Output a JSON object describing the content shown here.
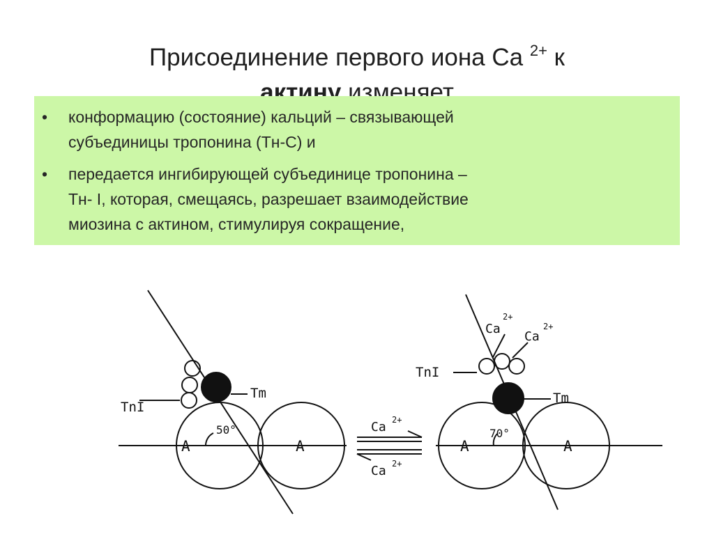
{
  "title": {
    "part1": "Присоединение первого иона Ca ",
    "sup": "2+",
    "part2": " к",
    "bold": "актину",
    "part3": " изменяет"
  },
  "bullets": [
    {
      "marker": "•",
      "lines": [
        "конформацию (состояние) кальций – связывающей",
        "субъединицы тропонина (Тн-С) и"
      ]
    },
    {
      "marker": "•",
      "lines": [
        "передается ингибирующей субъединице тропонина –",
        "Тн- I, которая, смещаясь, разрешает взаимодействие",
        "миозина с актином, стимулируя сокращение,"
      ]
    }
  ],
  "diagram": {
    "left": {
      "tni": "TnI",
      "tm": "Tm",
      "angle": "50°",
      "actin1": "A",
      "actin2": "A"
    },
    "middle": {
      "ca": "Ca",
      "sup": "2+"
    },
    "right": {
      "tni": "TnI",
      "tm": "Tm",
      "angle": "70°",
      "actin1": "A",
      "actin2": "A",
      "ca_label": "Ca",
      "ca_sup": "2+"
    }
  }
}
